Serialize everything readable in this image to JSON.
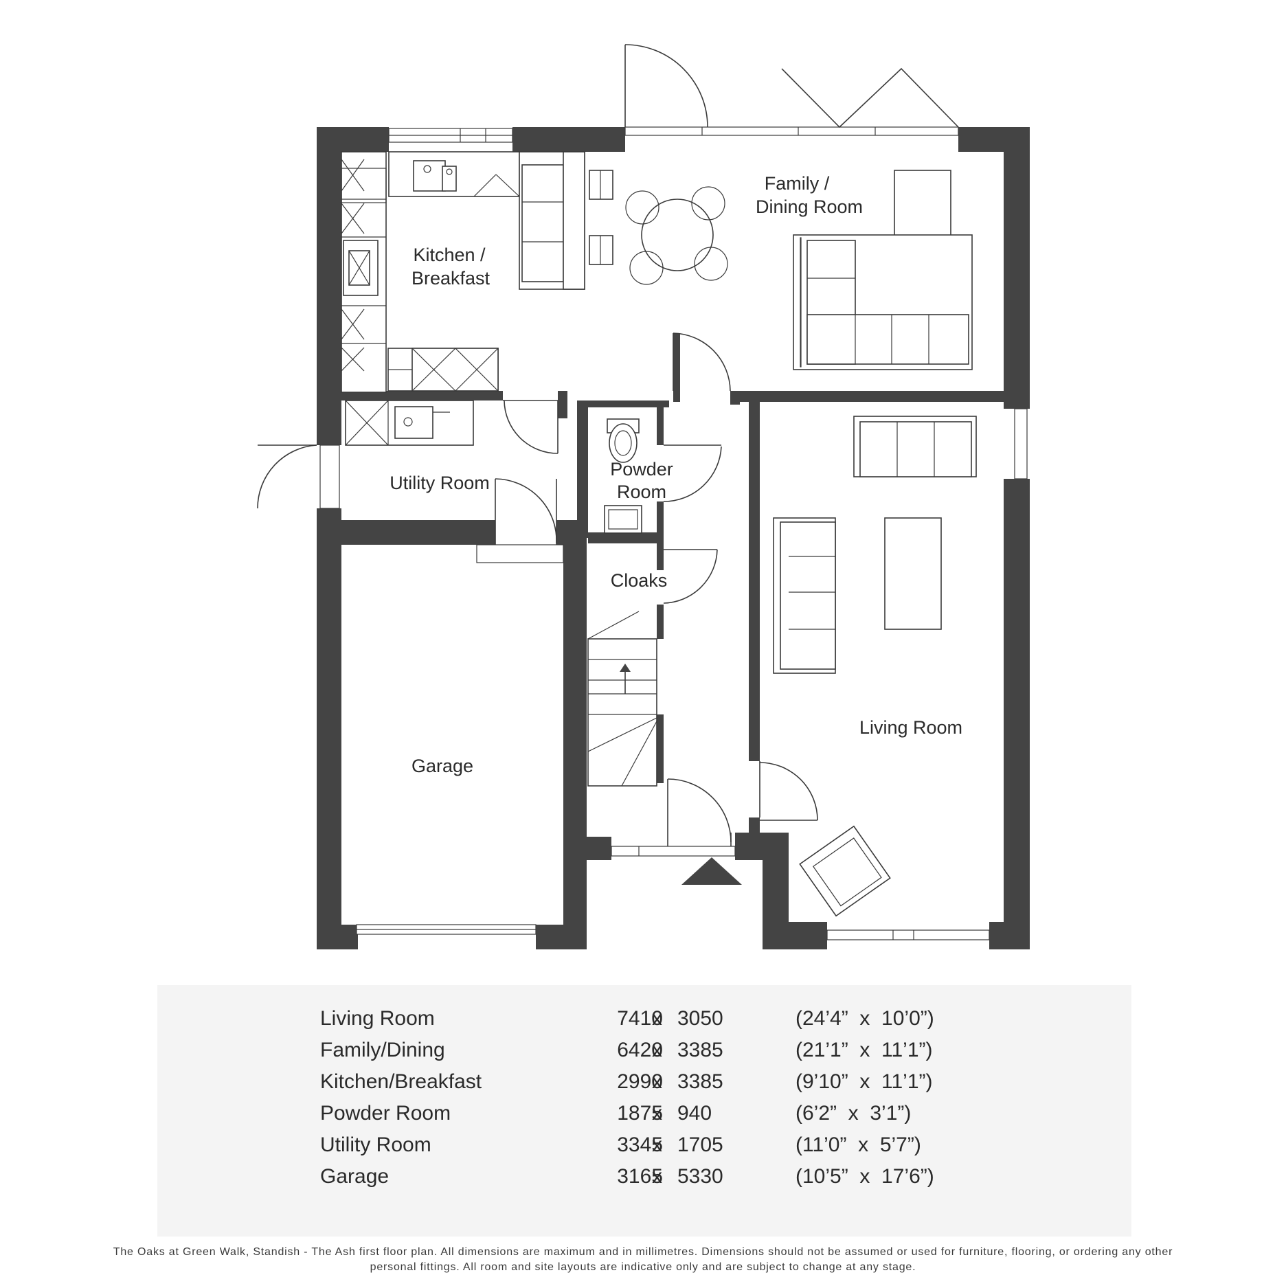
{
  "rooms": {
    "family_dining": [
      "Family /",
      "Dining Room"
    ],
    "kitchen": [
      "Kitchen /",
      "Breakfast"
    ],
    "utility": "Utility Room",
    "powder": [
      "Powder",
      "Room"
    ],
    "cloaks": "Cloaks",
    "garage": "Garage",
    "living": "Living Room"
  },
  "schedule": [
    {
      "name": "Living Room",
      "metric_a": "7410",
      "metric_b": "3050",
      "imperial": "(24’4”  x  10’0”)"
    },
    {
      "name": "Family/Dining",
      "metric_a": "6420",
      "metric_b": "3385",
      "imperial": "(21’1”  x  11’1”)"
    },
    {
      "name": "Kitchen/Breakfast",
      "metric_a": "2990",
      "metric_b": "3385",
      "imperial": "(9’10”  x  11’1”)"
    },
    {
      "name": "Powder Room",
      "metric_a": "1875",
      "metric_b": "940",
      "imperial": "(6’2”  x  3’1”)"
    },
    {
      "name": "Utility Room",
      "metric_a": "3345",
      "metric_b": "1705",
      "imperial": "(11’0”  x  5’7”)"
    },
    {
      "name": "Garage",
      "metric_a": "3165",
      "metric_b": "5330",
      "imperial": "(10’5”  x  17’6”)"
    }
  ],
  "separator": "x",
  "footnote": "The Oaks at Green Walk, Standish - The Ash first floor plan. All dimensions are maximum and in millimetres. Dimensions should not be assumed or used for furniture, flooring, or ordering any other personal fittings. All room and site layouts are indicative only and are subject to change at any stage.",
  "colors": {
    "wall": "#444444",
    "line": "#3a3a3a",
    "schedule_bg": "#f4f4f4"
  }
}
